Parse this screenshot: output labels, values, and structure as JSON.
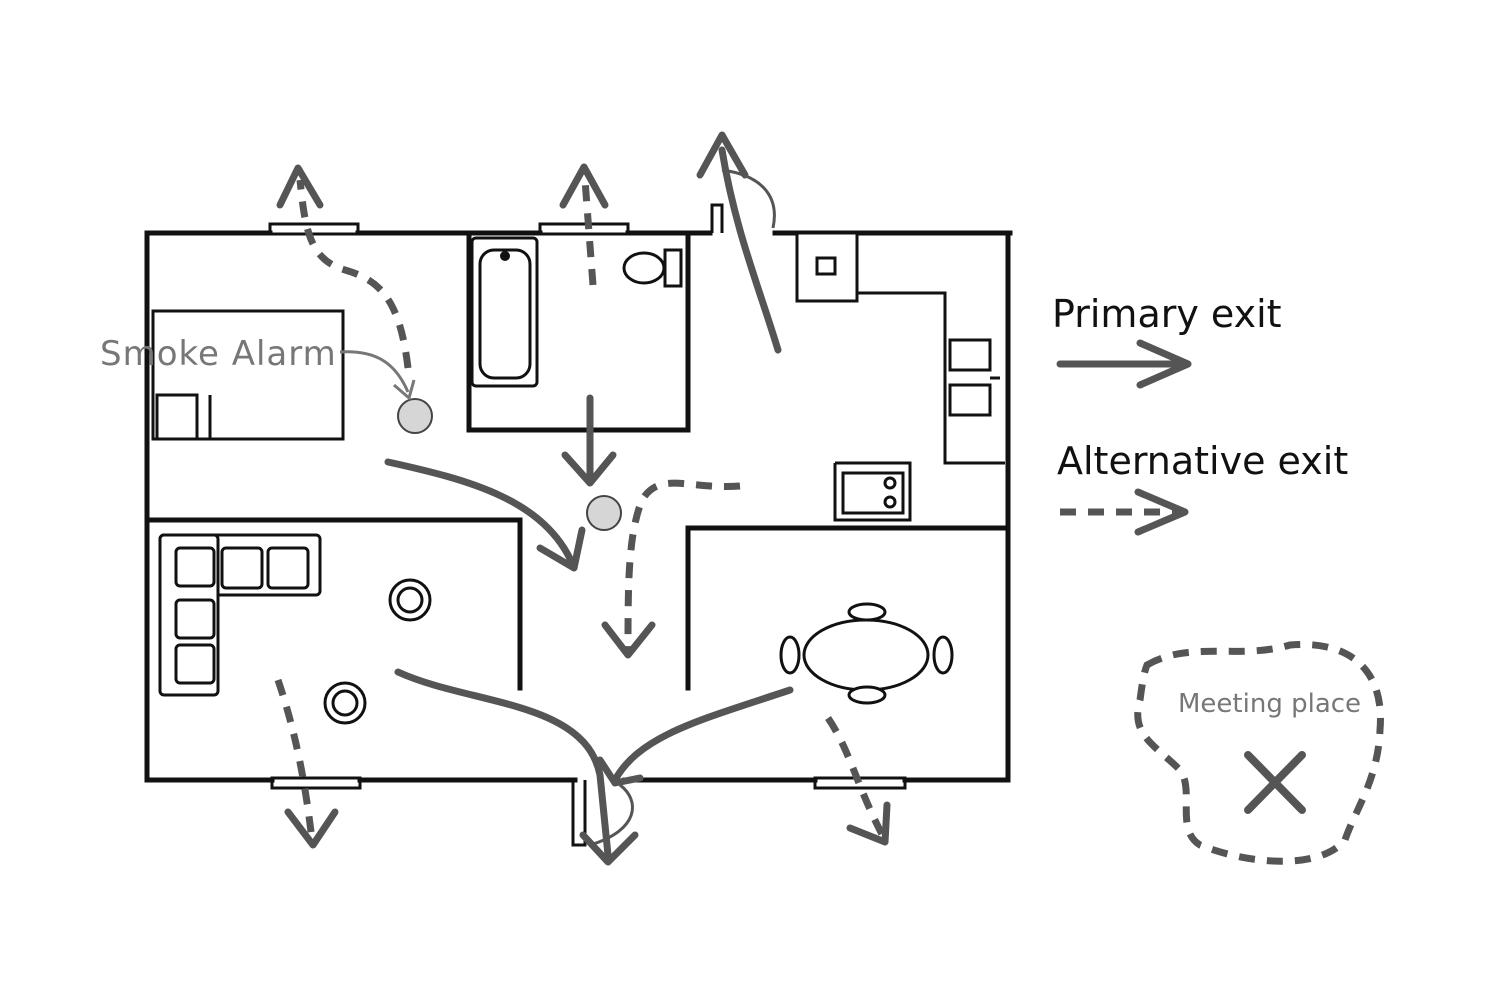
{
  "labels": {
    "smoke_alarm": "Smoke Alarm",
    "meeting_place": "Meeting place"
  },
  "legend": {
    "primary": "Primary exit",
    "alternative": "Alternative exit"
  },
  "colors": {
    "walls": "#111111",
    "arrows": "#555555",
    "alarm_fill": "#d6d6d6",
    "label_text": "#777777"
  },
  "icons": [
    "smoke-alarm-icon",
    "meeting-place-x-icon"
  ]
}
